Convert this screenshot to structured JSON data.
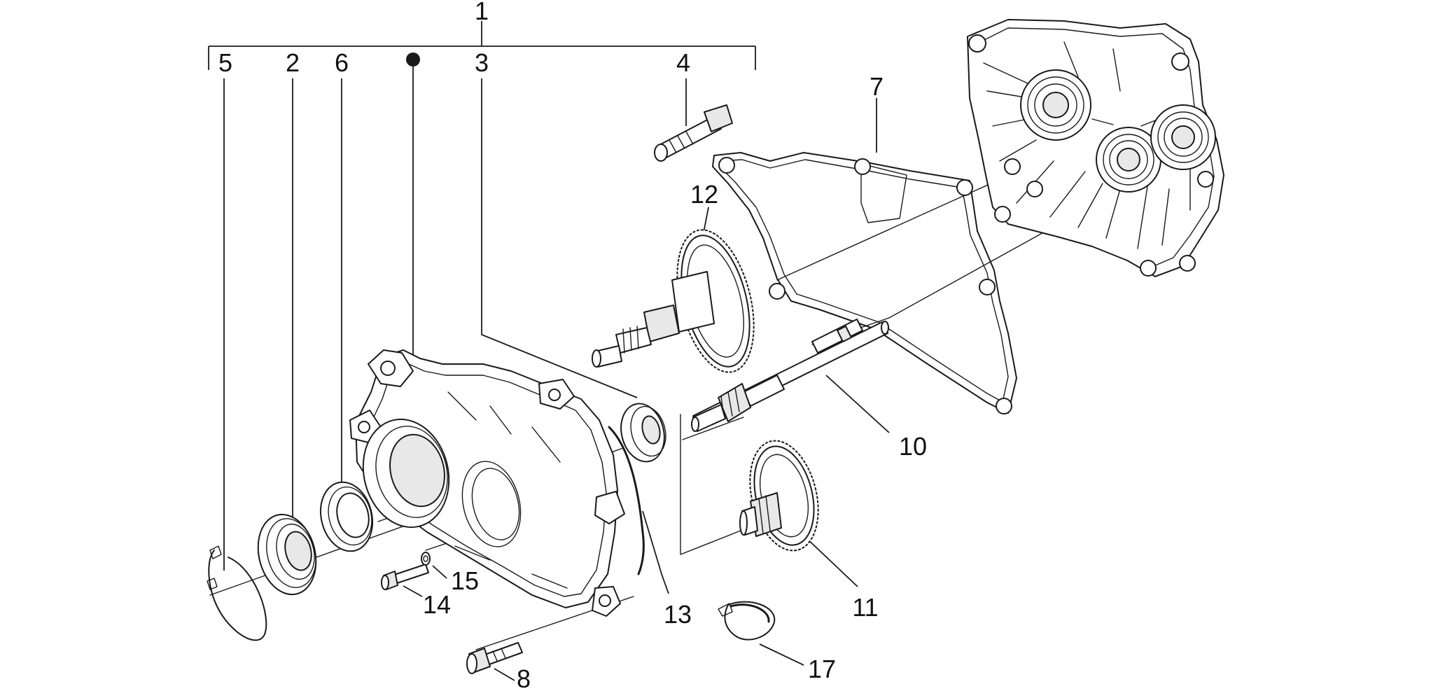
{
  "diagram": {
    "callouts": [
      {
        "id": "c1",
        "text": "1"
      },
      {
        "id": "c2",
        "text": "2"
      },
      {
        "id": "c3",
        "text": "3"
      },
      {
        "id": "c4",
        "text": "4"
      },
      {
        "id": "c5",
        "text": "5"
      },
      {
        "id": "c6",
        "text": "6"
      },
      {
        "id": "c7",
        "text": "7"
      },
      {
        "id": "c8",
        "text": "8"
      },
      {
        "id": "c10",
        "text": "10"
      },
      {
        "id": "c11",
        "text": "11"
      },
      {
        "id": "c12",
        "text": "12"
      },
      {
        "id": "c13",
        "text": "13"
      },
      {
        "id": "c14",
        "text": "14"
      },
      {
        "id": "c15",
        "text": "15"
      },
      {
        "id": "c17",
        "text": "17"
      }
    ]
  }
}
